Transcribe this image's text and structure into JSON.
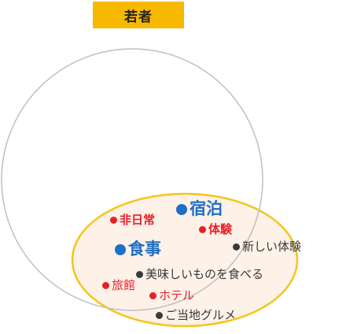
{
  "title": "若者",
  "colors": {
    "badge": "#f7b800",
    "ellipse_stroke": "#f5c518",
    "ellipse_fill": "#fdf1e8",
    "circle_stroke": "#bfbfbf",
    "blue": "#1f6fc5",
    "red": "#e8202a",
    "dark": "#3a3a3a"
  },
  "items": [
    {
      "label": "宿泊",
      "color": "blue",
      "size": "large"
    },
    {
      "label": "食事",
      "color": "blue",
      "size": "large"
    },
    {
      "label": "非日常",
      "color": "red",
      "size": "medium"
    },
    {
      "label": "体験",
      "color": "red",
      "size": "medium"
    },
    {
      "label": "旅館",
      "color": "red",
      "size": "small"
    },
    {
      "label": "ホテル",
      "color": "red",
      "size": "small"
    },
    {
      "label": "新しい体験",
      "color": "dark",
      "size": "small"
    },
    {
      "label": "美味しいものを食べる",
      "color": "dark",
      "size": "small"
    },
    {
      "label": "ご当地グルメ",
      "color": "dark",
      "size": "small"
    }
  ]
}
